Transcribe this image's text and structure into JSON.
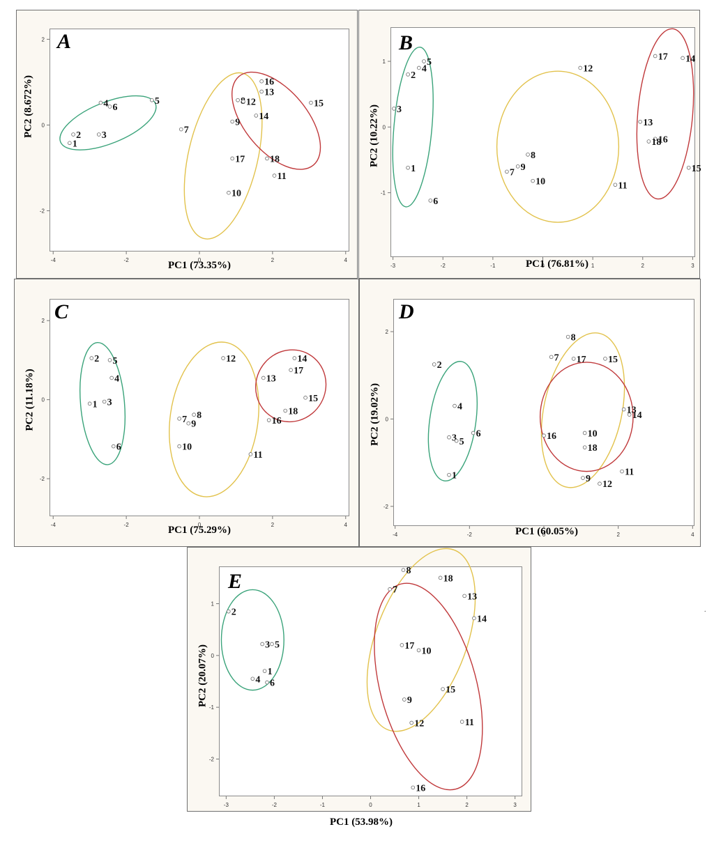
{
  "colors": {
    "group1": "#3aa37a",
    "group2": "#e2c24c",
    "group3": "#c0393b"
  },
  "stray_mark": ".",
  "chart_data": [
    {
      "type": "scatter",
      "panel": "A",
      "xlabel": "PC1 (73.35%)",
      "ylabel": "PC2 (8.672%)",
      "xlim": [
        -4.1,
        4.1
      ],
      "ylim": [
        -2.95,
        2.25
      ],
      "xticks": [
        -4,
        -2,
        0,
        2,
        4
      ],
      "yticks": [
        -2,
        0,
        2
      ],
      "points": [
        {
          "label": "1",
          "x": -3.55,
          "y": -0.42
        },
        {
          "label": "2",
          "x": -3.45,
          "y": -0.22
        },
        {
          "label": "3",
          "x": -2.75,
          "y": -0.22
        },
        {
          "label": "4",
          "x": -2.7,
          "y": 0.52
        },
        {
          "label": "5",
          "x": -1.3,
          "y": 0.58
        },
        {
          "label": "6",
          "x": -2.45,
          "y": 0.43
        },
        {
          "label": "7",
          "x": -0.5,
          "y": -0.1
        },
        {
          "label": "8",
          "x": 1.05,
          "y": 0.58
        },
        {
          "label": "9",
          "x": 0.9,
          "y": 0.08
        },
        {
          "label": "10",
          "x": 0.8,
          "y": -1.58
        },
        {
          "label": "11",
          "x": 2.05,
          "y": -1.18
        },
        {
          "label": "12",
          "x": 1.2,
          "y": 0.55
        },
        {
          "label": "13",
          "x": 1.7,
          "y": 0.78
        },
        {
          "label": "14",
          "x": 1.55,
          "y": 0.22
        },
        {
          "label": "15",
          "x": 3.05,
          "y": 0.52
        },
        {
          "label": "16",
          "x": 1.7,
          "y": 1.02
        },
        {
          "label": "17",
          "x": 0.9,
          "y": -0.78
        },
        {
          "label": "18",
          "x": 1.85,
          "y": -0.78
        }
      ],
      "ellipses": [
        {
          "group": "group1",
          "cx": -2.5,
          "cy": 0.05,
          "rx": 1.4,
          "ry": 0.48,
          "angle": 22
        },
        {
          "group": "group2",
          "cx": 0.65,
          "cy": -0.72,
          "rx": 0.95,
          "ry": 1.98,
          "angle": -13
        },
        {
          "group": "group3",
          "cx": 2.1,
          "cy": 0.1,
          "rx": 0.85,
          "ry": 1.35,
          "angle": 40
        }
      ]
    },
    {
      "type": "scatter",
      "panel": "B",
      "xlabel": "PC1 (76.81%)",
      "ylabel": "PC2 (10.22%)",
      "xlim": [
        -3.05,
        3.05
      ],
      "ylim": [
        -1.98,
        1.52
      ],
      "xticks": [
        -3,
        -2,
        -1,
        0,
        1,
        2,
        3
      ],
      "yticks": [
        -1,
        0,
        1
      ],
      "points": [
        {
          "label": "1",
          "x": -2.7,
          "y": -0.62
        },
        {
          "label": "2",
          "x": -2.7,
          "y": 0.8
        },
        {
          "label": "3",
          "x": -2.98,
          "y": 0.28
        },
        {
          "label": "4",
          "x": -2.48,
          "y": 0.9
        },
        {
          "label": "5",
          "x": -2.38,
          "y": 1.0
        },
        {
          "label": "6",
          "x": -2.25,
          "y": -1.12
        },
        {
          "label": "7",
          "x": -0.72,
          "y": -0.68
        },
        {
          "label": "8",
          "x": -0.3,
          "y": -0.42
        },
        {
          "label": "9",
          "x": -0.5,
          "y": -0.6
        },
        {
          "label": "10",
          "x": -0.2,
          "y": -0.82
        },
        {
          "label": "11",
          "x": 1.45,
          "y": -0.88
        },
        {
          "label": "12",
          "x": 0.75,
          "y": 0.9
        },
        {
          "label": "13",
          "x": 1.95,
          "y": 0.08
        },
        {
          "label": "14",
          "x": 2.8,
          "y": 1.05
        },
        {
          "label": "15",
          "x": 2.92,
          "y": -0.62
        },
        {
          "label": "16",
          "x": 2.25,
          "y": -0.18
        },
        {
          "label": "17",
          "x": 2.25,
          "y": 1.08
        },
        {
          "label": "18",
          "x": 2.12,
          "y": -0.22
        }
      ],
      "ellipses": [
        {
          "group": "group1",
          "cx": -2.6,
          "cy": 0.0,
          "rx": 0.38,
          "ry": 1.22,
          "angle": -5
        },
        {
          "group": "group2",
          "cx": 0.3,
          "cy": -0.3,
          "rx": 1.22,
          "ry": 1.15,
          "angle": 0
        },
        {
          "group": "group3",
          "cx": 2.45,
          "cy": 0.2,
          "rx": 0.55,
          "ry": 1.3,
          "angle": -5
        }
      ]
    },
    {
      "type": "scatter",
      "panel": "C",
      "xlabel": "PC1 (75.29%)",
      "ylabel": "PC2 (11.18%)",
      "xlim": [
        -4.1,
        4.1
      ],
      "ylim": [
        -2.95,
        2.55
      ],
      "xticks": [
        -4,
        -2,
        0,
        2,
        4
      ],
      "yticks": [
        -2,
        0,
        2
      ],
      "points": [
        {
          "label": "1",
          "x": -3.0,
          "y": -0.1
        },
        {
          "label": "2",
          "x": -2.95,
          "y": 1.05
        },
        {
          "label": "3",
          "x": -2.6,
          "y": -0.05
        },
        {
          "label": "4",
          "x": -2.4,
          "y": 0.55
        },
        {
          "label": "5",
          "x": -2.45,
          "y": 1.0
        },
        {
          "label": "6",
          "x": -2.35,
          "y": -1.18
        },
        {
          "label": "7",
          "x": -0.55,
          "y": -0.48
        },
        {
          "label": "8",
          "x": -0.15,
          "y": -0.38
        },
        {
          "label": "9",
          "x": -0.3,
          "y": -0.6
        },
        {
          "label": "10",
          "x": -0.55,
          "y": -1.18
        },
        {
          "label": "11",
          "x": 1.4,
          "y": -1.38
        },
        {
          "label": "12",
          "x": 0.65,
          "y": 1.05
        },
        {
          "label": "13",
          "x": 1.75,
          "y": 0.55
        },
        {
          "label": "14",
          "x": 2.6,
          "y": 1.05
        },
        {
          "label": "15",
          "x": 2.9,
          "y": 0.05
        },
        {
          "label": "16",
          "x": 1.9,
          "y": -0.52
        },
        {
          "label": "17",
          "x": 2.5,
          "y": 0.75
        },
        {
          "label": "18",
          "x": 2.35,
          "y": -0.28
        }
      ],
      "ellipses": [
        {
          "group": "group1",
          "cx": -2.65,
          "cy": -0.1,
          "rx": 0.6,
          "ry": 1.55,
          "angle": 5
        },
        {
          "group": "group2",
          "cx": 0.4,
          "cy": -0.5,
          "rx": 1.2,
          "ry": 1.97,
          "angle": -8
        },
        {
          "group": "group3",
          "cx": 2.5,
          "cy": 0.35,
          "rx": 0.95,
          "ry": 0.92,
          "angle": -30
        }
      ]
    },
    {
      "type": "scatter",
      "panel": "D",
      "xlabel": "PC1 (60.05%)",
      "ylabel": "PC2 (19.02%)",
      "xlim": [
        -4.05,
        4.05
      ],
      "ylim": [
        -2.45,
        2.75
      ],
      "xticks": [
        -4,
        -2,
        0,
        2,
        4
      ],
      "yticks": [
        -2,
        0,
        2
      ],
      "points": [
        {
          "label": "1",
          "x": -2.55,
          "y": -1.28
        },
        {
          "label": "2",
          "x": -2.95,
          "y": 1.25
        },
        {
          "label": "3",
          "x": -2.55,
          "y": -0.42
        },
        {
          "label": "4",
          "x": -2.4,
          "y": 0.3
        },
        {
          "label": "5",
          "x": -2.35,
          "y": -0.5
        },
        {
          "label": "6",
          "x": -1.9,
          "y": -0.32
        },
        {
          "label": "7",
          "x": 0.2,
          "y": 1.42
        },
        {
          "label": "8",
          "x": 0.65,
          "y": 1.88
        },
        {
          "label": "9",
          "x": 1.05,
          "y": -1.35
        },
        {
          "label": "10",
          "x": 1.1,
          "y": -0.32
        },
        {
          "label": "11",
          "x": 2.1,
          "y": -1.2
        },
        {
          "label": "12",
          "x": 1.5,
          "y": -1.48
        },
        {
          "label": "13",
          "x": 2.15,
          "y": 0.22
        },
        {
          "label": "14",
          "x": 2.3,
          "y": 0.1
        },
        {
          "label": "15",
          "x": 1.65,
          "y": 1.38
        },
        {
          "label": "16",
          "x": 0.0,
          "y": -0.38
        },
        {
          "label": "17",
          "x": 0.8,
          "y": 1.38
        },
        {
          "label": "18",
          "x": 1.1,
          "y": -0.65
        }
      ],
      "ellipses": [
        {
          "group": "group1",
          "cx": -2.45,
          "cy": -0.05,
          "rx": 0.62,
          "ry": 1.38,
          "angle": -8
        },
        {
          "group": "group2",
          "cx": 1.05,
          "cy": 0.2,
          "rx": 1.05,
          "ry": 1.8,
          "angle": -12
        },
        {
          "group": "group3",
          "cx": 1.15,
          "cy": 0.05,
          "rx": 1.25,
          "ry": 1.25,
          "angle": 0
        }
      ]
    },
    {
      "type": "scatter",
      "panel": "E",
      "xlabel": "PC1 (53.98%)",
      "ylabel": "PC2 (20.07%)",
      "xlim": [
        -3.15,
        3.15
      ],
      "ylim": [
        -2.72,
        1.72
      ],
      "xticks": [
        -3,
        -2,
        -1,
        0,
        1,
        2,
        3
      ],
      "yticks": [
        -2,
        -1,
        0,
        1
      ],
      "points": [
        {
          "label": "1",
          "x": -2.2,
          "y": -0.3
        },
        {
          "label": "2",
          "x": -2.95,
          "y": 0.85
        },
        {
          "label": "3",
          "x": -2.25,
          "y": 0.22
        },
        {
          "label": "4",
          "x": -2.45,
          "y": -0.45
        },
        {
          "label": "5",
          "x": -2.05,
          "y": 0.22
        },
        {
          "label": "6",
          "x": -2.15,
          "y": -0.52
        },
        {
          "label": "7",
          "x": 0.4,
          "y": 1.28
        },
        {
          "label": "8",
          "x": 0.68,
          "y": 1.65
        },
        {
          "label": "9",
          "x": 0.7,
          "y": -0.85
        },
        {
          "label": "10",
          "x": 1.0,
          "y": 0.1
        },
        {
          "label": "11",
          "x": 1.9,
          "y": -1.28
        },
        {
          "label": "12",
          "x": 0.85,
          "y": -1.3
        },
        {
          "label": "13",
          "x": 1.95,
          "y": 1.15
        },
        {
          "label": "14",
          "x": 2.15,
          "y": 0.72
        },
        {
          "label": "15",
          "x": 1.5,
          "y": -0.65
        },
        {
          "label": "16",
          "x": 0.88,
          "y": -2.55
        },
        {
          "label": "17",
          "x": 0.65,
          "y": 0.2
        },
        {
          "label": "18",
          "x": 1.45,
          "y": 1.5
        }
      ],
      "ellipses": [
        {
          "group": "group1",
          "cx": -2.45,
          "cy": 0.3,
          "rx": 0.65,
          "ry": 0.97,
          "angle": 0
        },
        {
          "group": "group2",
          "cx": 1.05,
          "cy": 0.3,
          "rx": 0.95,
          "ry": 1.85,
          "angle": -20
        },
        {
          "group": "group3",
          "cx": 1.2,
          "cy": -0.6,
          "rx": 1.0,
          "ry": 2.05,
          "angle": 15
        }
      ]
    }
  ]
}
